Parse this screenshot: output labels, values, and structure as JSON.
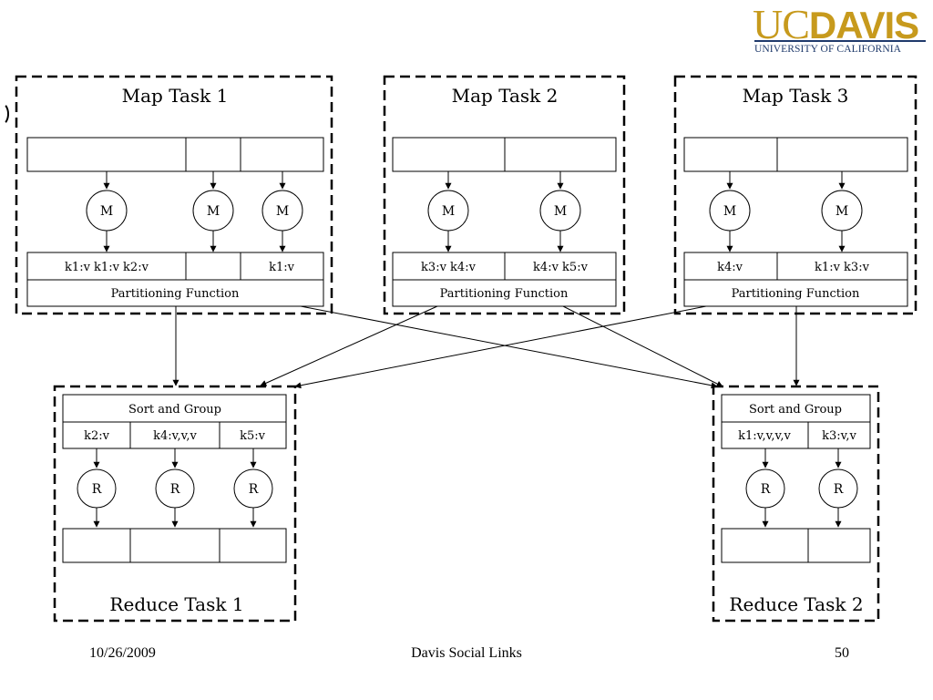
{
  "logo": {
    "uc": "UC",
    "davis": "DAVIS",
    "subtitle": "UNIVERSITY OF CALIFORNIA"
  },
  "map_tasks": [
    {
      "title": "Map Task 1",
      "mapper_label": "M",
      "keys": [
        "k1:v k1:v k2:v",
        "",
        "k1:v"
      ],
      "partition_label": "Partitioning Function"
    },
    {
      "title": "Map Task 2",
      "mapper_label": "M",
      "keys": [
        "k3:v k4:v",
        "k4:v k5:v"
      ],
      "partition_label": "Partitioning Function"
    },
    {
      "title": "Map Task 3",
      "mapper_label": "M",
      "keys": [
        "k4:v",
        "k1:v k3:v"
      ],
      "partition_label": "Partitioning Function"
    }
  ],
  "reduce_tasks": [
    {
      "title": "Reduce Task 1",
      "sort_label": "Sort and Group",
      "reducer_label": "R",
      "keys": [
        "k2:v",
        "k4:v,v,v",
        "k5:v"
      ]
    },
    {
      "title": "Reduce Task 2",
      "sort_label": "Sort and Group",
      "reducer_label": "R",
      "keys": [
        "k1:v,v,v,v",
        "k3:v,v"
      ]
    }
  ],
  "footer": {
    "date": "10/26/2009",
    "title": "Davis Social Links",
    "page": "50"
  }
}
